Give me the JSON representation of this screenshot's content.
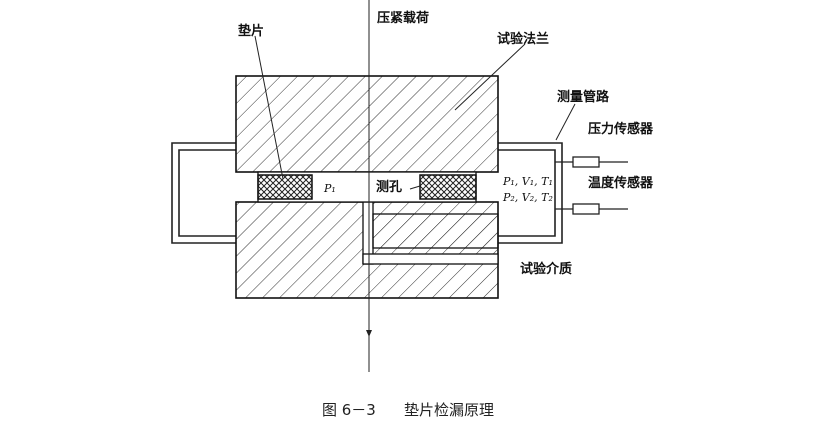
{
  "labels": {
    "load": "压紧载荷",
    "gasket": "垫片",
    "test_flange": "试验法兰",
    "measure_pipe": "测量管路",
    "pressure_sensor": "压力传感器",
    "temp_sensor": "温度传感器",
    "hole": "测孔",
    "p1": "P₁",
    "readings_top": "P₁, V₁, T₁",
    "readings_bottom": "P₂, V₂, T₂",
    "test_medium": "试验介质"
  },
  "caption": {
    "figure_no": "图 6－3",
    "title": "垫片检漏原理"
  }
}
